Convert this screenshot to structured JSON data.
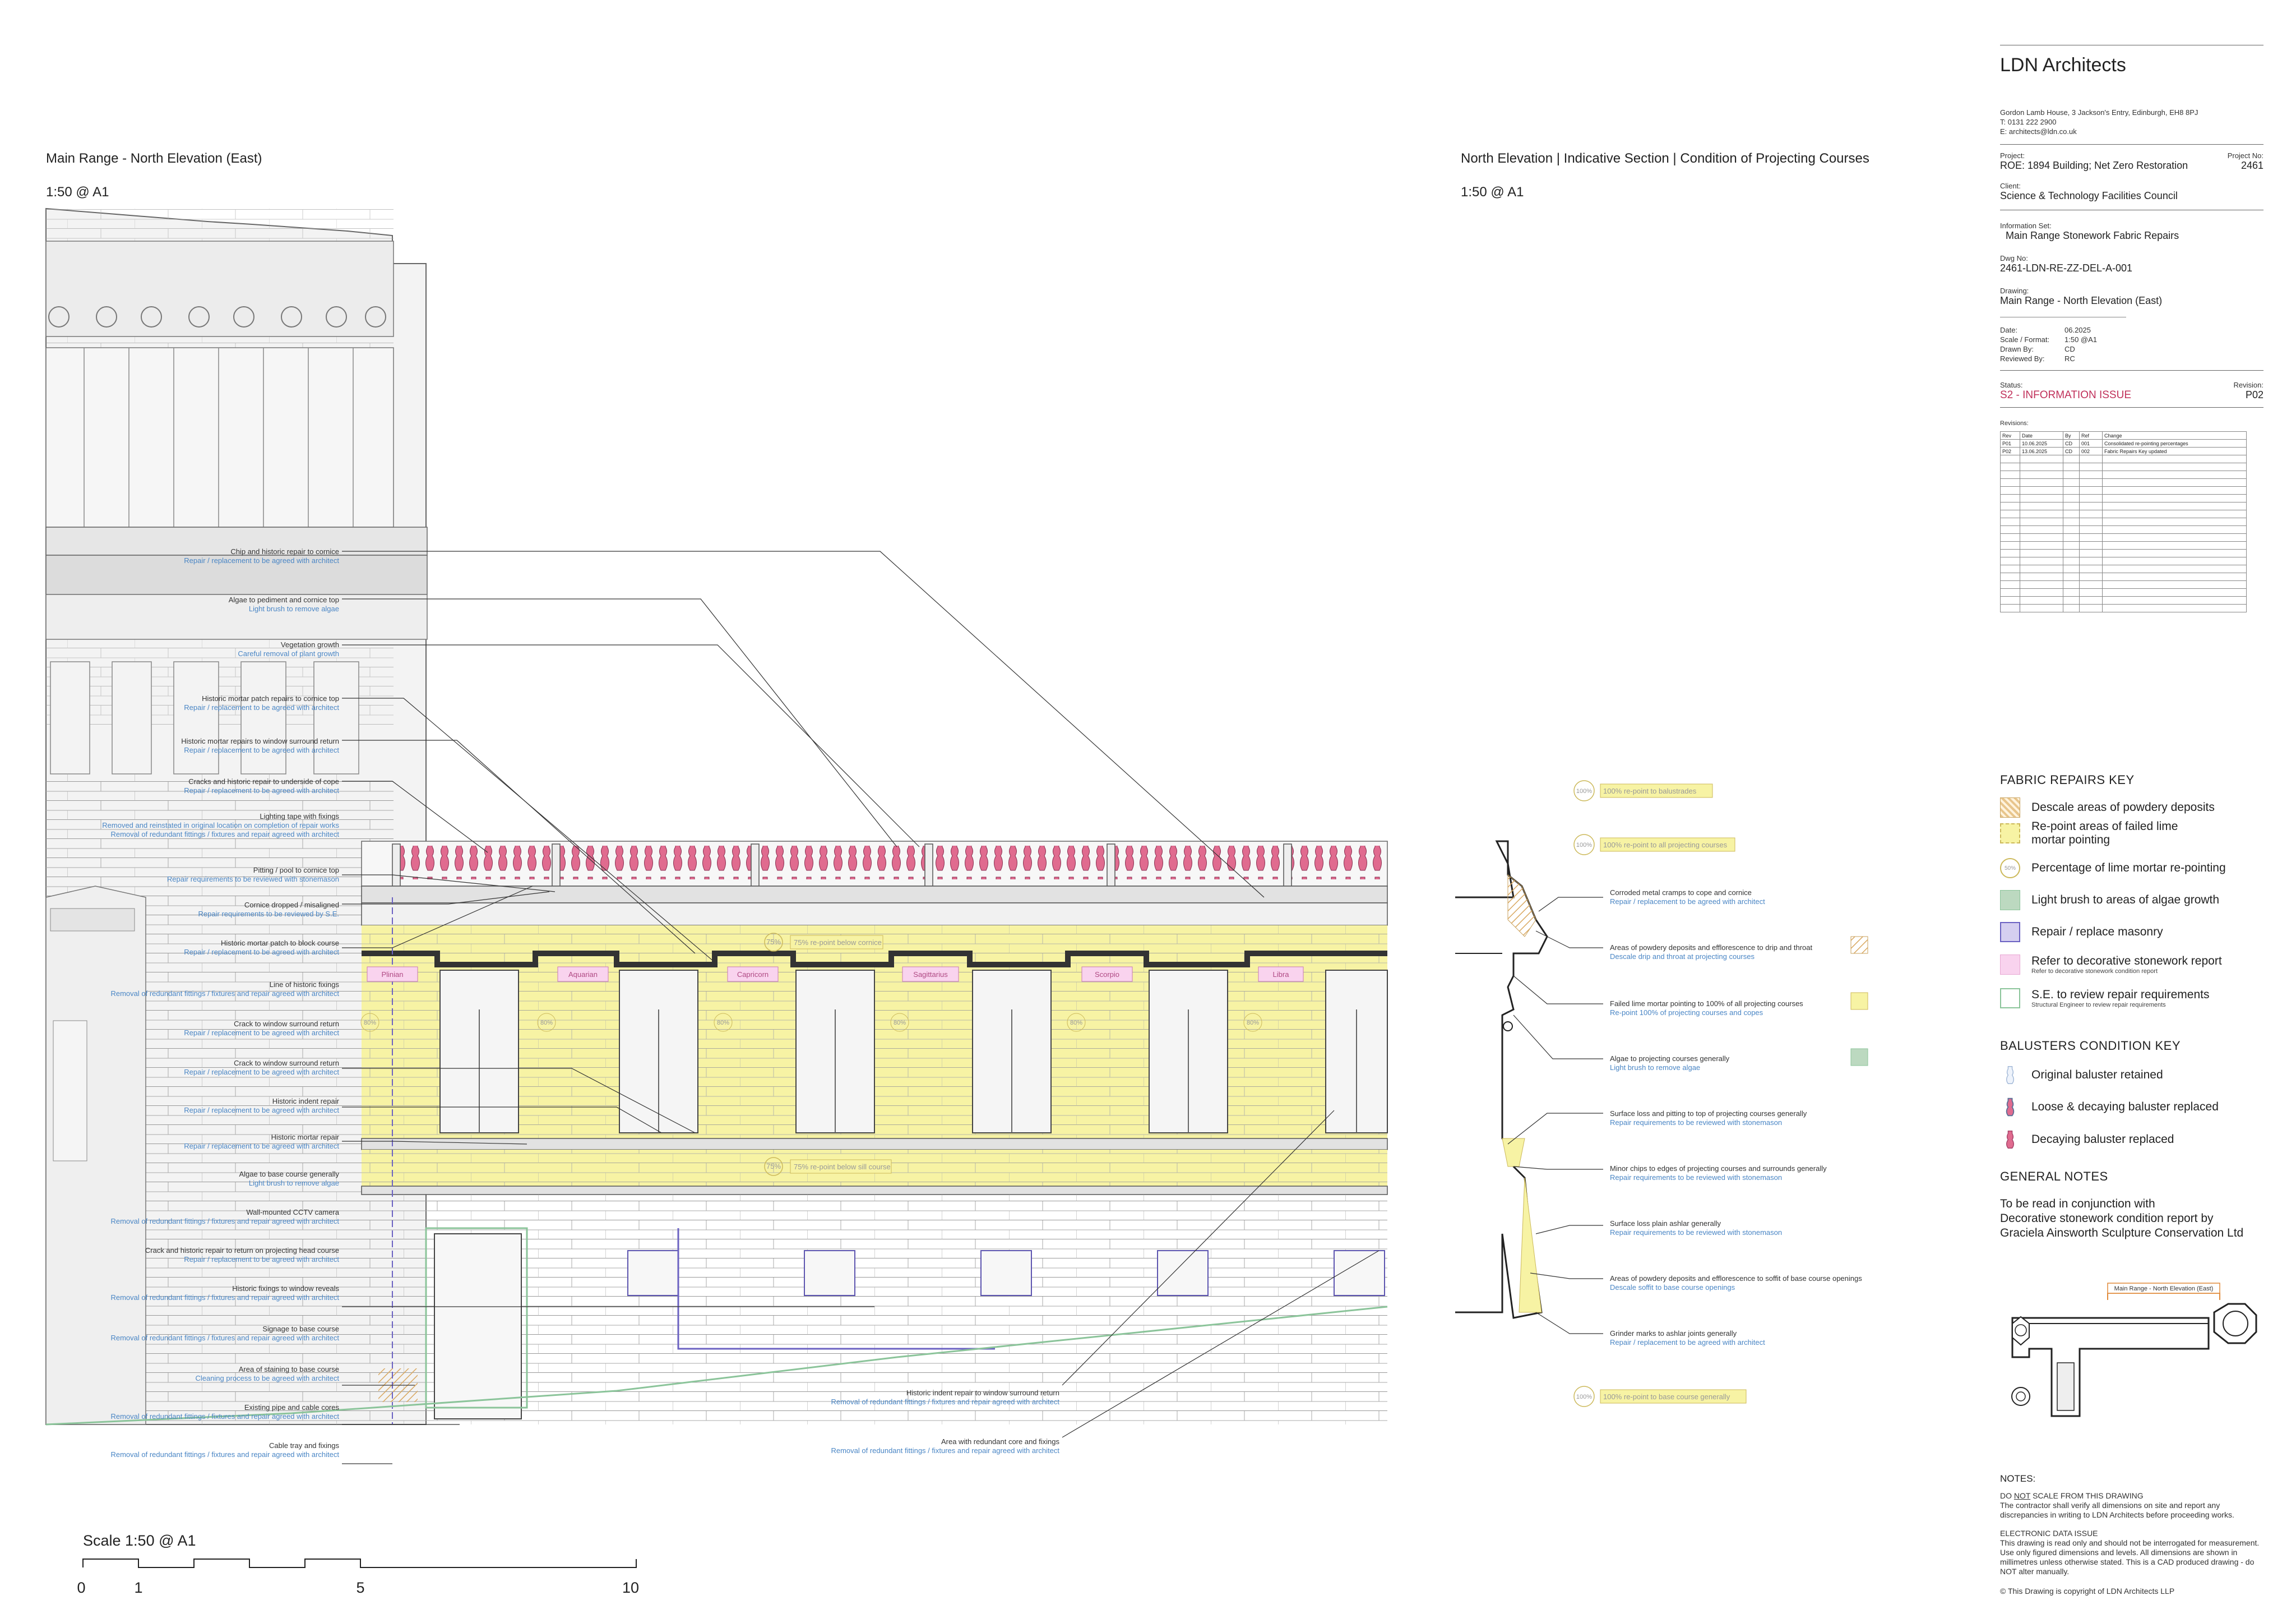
{
  "left_view": {
    "title": "Main Range - North Elevation (East)",
    "scale": "1:50 @ A1"
  },
  "right_view": {
    "title": "North Elevation | Indicative Section | Condition of Projecting Courses",
    "scale": "1:50 @ A1"
  },
  "left_callouts": [
    {
      "key": "Chip and historic repair to cornice",
      "action": "Repair / replacement to be agreed with architect"
    },
    {
      "key": "Algae to pediment and cornice top",
      "action": "Light brush to remove algae"
    },
    {
      "key": "Vegetation growth",
      "action": "Careful removal of plant growth"
    },
    {
      "key": "Historic mortar patch repairs to cornice top",
      "action": "Repair / replacement to be agreed with architect"
    },
    {
      "key": "Historic mortar repairs to window surround return",
      "action": "Repair / replacement to be agreed with architect"
    },
    {
      "key": "Cracks and historic repair to underside of cope",
      "action": "Repair / replacement to be agreed with architect"
    },
    {
      "key": "Lighting tape with fixings",
      "action": "Removed and reinstated in original location on completion of repair works",
      "action2": "Removal of redundant fittings / fixtures and repair agreed with architect"
    },
    {
      "key": "Pitting / pool to cornice top",
      "action": "Repair requirements to be reviewed with stonemason"
    },
    {
      "key": "Cornice dropped / misaligned",
      "action": "Repair requirements to be reviewed by S.E."
    },
    {
      "key": "Historic mortar patch to block course",
      "action": "Repair / replacement to be agreed with architect"
    },
    {
      "key": "Line of historic fixings",
      "action": "Removal of redundant fittings / fixtures and repair agreed with architect"
    },
    {
      "key": "Crack to window surround return",
      "action": "Repair / replacement to be agreed with architect"
    },
    {
      "key": "Crack to window surround return",
      "action": "Repair / replacement to be agreed with architect"
    },
    {
      "key": "Historic indent repair",
      "action": "Repair / replacement to be agreed with architect"
    },
    {
      "key": "Historic mortar repair",
      "action": "Repair / replacement to be agreed with architect"
    },
    {
      "key": "Algae to base course generally",
      "action": "Light brush to remove algae"
    },
    {
      "key": "Wall-mounted CCTV camera",
      "action": "Removal of redundant fittings / fixtures and repair agreed with architect"
    },
    {
      "key": "Crack and historic repair to return on projecting head course",
      "action": "Repair / replacement to be agreed with architect"
    },
    {
      "key": "Historic fixings to window reveals",
      "action": "Removal of redundant fittings / fixtures and repair agreed with architect"
    },
    {
      "key": "Signage to base course",
      "action": "Removal of redundant fittings / fixtures and repair agreed with architect"
    },
    {
      "key": "Area of staining to base course",
      "action": "Cleaning process to be agreed with architect"
    },
    {
      "key": "Existing pipe and cable cores",
      "action": "Removal of redundant fittings / fixtures and repair agreed with architect"
    },
    {
      "key": "Cable tray and fixings",
      "action": "Removal of redundant fittings / fixtures and repair agreed with architect"
    }
  ],
  "mid_callouts": [
    {
      "key": "Historic indent repair to window surround return",
      "action": "Removal of redundant fittings / fixtures and repair agreed with architect"
    },
    {
      "key": "Area with redundant core and fixings",
      "action": "Removal of redundant fittings / fixtures and repair agreed with architect"
    }
  ],
  "elevation_tags": {
    "cornice": "75% re-point below cornice",
    "sill": "75% re-point below sill course",
    "pct75": "75%",
    "pct80": "80%",
    "plaques": [
      "Plinian",
      "Aquarian",
      "Capricorn",
      "Sagittarius",
      "Scorpio",
      "Libra"
    ]
  },
  "section_tags": [
    {
      "pct": "100%",
      "text": "100% re-point to balustrades"
    },
    {
      "pct": "100%",
      "text": "100% re-point to all projecting courses"
    },
    {
      "pct": "100%",
      "text": "100% re-point to base course generally"
    }
  ],
  "section_callouts": [
    {
      "key": "Corroded metal cramps to cope and cornice",
      "action": "Repair / replacement to be agreed with architect"
    },
    {
      "key": "Areas of powdery deposits and efflorescence to drip and throat",
      "action": "Descale drip and throat at projecting courses"
    },
    {
      "key": "Failed lime mortar pointing to 100% of all projecting courses",
      "action": "Re-point 100% of projecting courses and copes"
    },
    {
      "key": "Algae to projecting courses generally",
      "action": "Light brush to remove algae"
    },
    {
      "key": "Surface loss and pitting to top of projecting courses generally",
      "action": "Repair requirements to be reviewed with stonemason"
    },
    {
      "key": "Minor chips to edges of projecting courses and surrounds generally",
      "action": "Repair requirements to be reviewed with stonemason"
    },
    {
      "key": "Surface loss plain ashlar generally",
      "action": "Repair requirements to be reviewed with stonemason"
    },
    {
      "key": "Areas of powdery deposits and efflorescence to soffit of base course openings",
      "action": "Descale soffit to base course openings"
    },
    {
      "key": "Grinder marks to ashlar joints generally",
      "action": "Repair / replacement to be agreed with architect"
    }
  ],
  "scale_bar": {
    "title": "Scale 1:50 @ A1",
    "labels": [
      "0",
      "1",
      "5",
      "10"
    ]
  },
  "title_block": {
    "firm": "LDN Architects",
    "address": "Gordon Lamb House, 3 Jackson's Entry, Edinburgh, EH8 8PJ",
    "phone": "T: 0131 222 2900",
    "email": "E: architects@ldn.co.uk",
    "project_label": "Project:",
    "project": "ROE: 1894 Building; Net Zero Restoration",
    "project_no_label": "Project No:",
    "project_no": "2461",
    "client_label": "Client:",
    "client": "Science & Technology Facilities Council",
    "info_set_label": "Information Set:",
    "info_set": "Main Range Stonework Fabric Repairs",
    "dwg_no_label": "Dwg No:",
    "dwg_no": "2461-LDN-RE-ZZ-DEL-A-001",
    "drawing_label": "Drawing:",
    "drawing": "Main Range - North Elevation (East)",
    "meta": [
      {
        "label": "Date:",
        "value": "06.2025"
      },
      {
        "label": "Scale / Format:",
        "value": "1:50 @A1"
      },
      {
        "label": "Drawn By:",
        "value": "CD"
      },
      {
        "label": "Reviewed By:",
        "value": "RC"
      }
    ],
    "status_label": "Status:",
    "status": "S2 - INFORMATION ISSUE",
    "revision_label": "Revision:",
    "revision": "P02",
    "revisions_label": "Revisions:",
    "rev_headers": [
      "Rev",
      "Date",
      "By",
      "Ref",
      "Change"
    ],
    "rev_rows": [
      [
        "P01",
        "10.06.2025",
        "CD",
        "001",
        "Consolidated re-pointing percentages"
      ],
      [
        "P02",
        "13.06.2025",
        "CD",
        "002",
        "Fabric Repairs Key updated"
      ]
    ]
  },
  "fabric_key": {
    "title": "FABRIC REPAIRS KEY",
    "items": [
      {
        "text": "Descale areas of powdery deposits",
        "sub": ""
      },
      {
        "text": "Re-point areas of failed lime mortar pointing",
        "sub": ""
      },
      {
        "text": "Percentage of lime mortar re-pointing",
        "sub": "",
        "badge": "50%"
      },
      {
        "text": "Light brush to areas of algae growth",
        "sub": ""
      },
      {
        "text": "Repair / replace masonry",
        "sub": ""
      },
      {
        "text": "Refer to decorative stonework report",
        "sub": "Refer to decorative stonework condition report"
      },
      {
        "text": "S.E. to review repair requirements",
        "sub": "Structural Engineer to review repair requirements"
      }
    ]
  },
  "baluster_key": {
    "title": "BALUSTERS CONDITION KEY",
    "items": [
      {
        "text": "Original baluster retained"
      },
      {
        "text": "Loose & decaying baluster replaced"
      },
      {
        "text": "Decaying baluster replaced"
      }
    ]
  },
  "general_notes": {
    "title": "GENERAL NOTES",
    "lines": [
      "To be read in conjunction with",
      "Decorative stonework condition report by",
      "Graciela Ainsworth Sculpture Conservation Ltd"
    ]
  },
  "key_plan": {
    "label": "Main Range - North Elevation (East)"
  },
  "notes": {
    "title": "NOTES:",
    "p1_a": "DO ",
    "p1_not": "NOT",
    "p1_b": " SCALE FROM THIS DRAWING",
    "p1": "The contractor shall verify all dimensions on site and report any discrepancies in writing to LDN Architects before proceeding works.",
    "p2_title": "ELECTRONIC DATA ISSUE",
    "p2": "This drawing is read only and should not be interrogated for measurement. Use only figured dimensions and levels. All dimensions are shown in millimetres unless otherwise stated. This is a CAD produced drawing - do NOT alter manually.",
    "copyright": "© This Drawing is copyright of LDN Architects LLP"
  },
  "colors": {
    "repoint": "#f7f3a4",
    "descale": "#e8c58c",
    "algae": "#bcd9c0",
    "masonry": "#d5cff0",
    "decorative": "#f9d3ee",
    "baluster": "#e06b8f",
    "action_text": "#4a86c5",
    "status": "#c0305a"
  }
}
